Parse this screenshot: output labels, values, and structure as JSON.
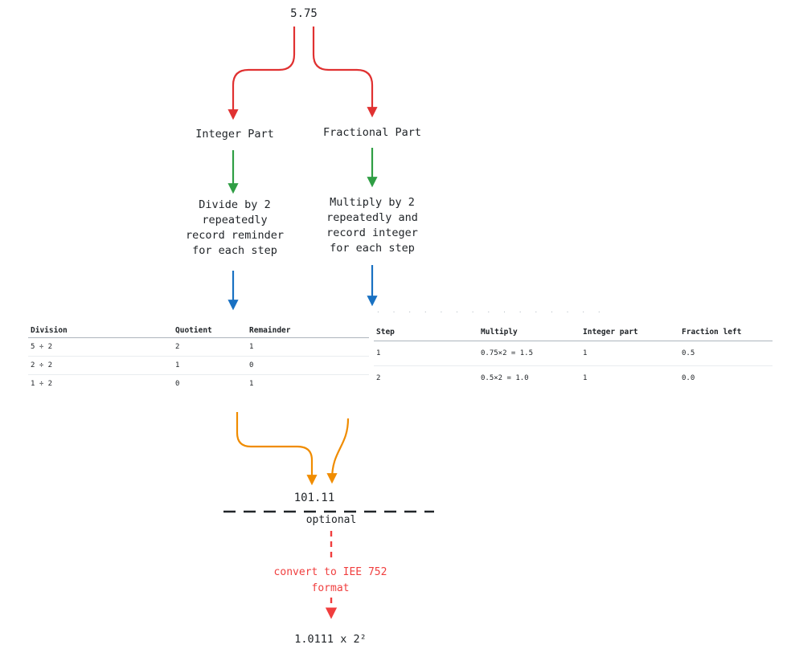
{
  "diagram": {
    "title_value": "5.75",
    "branches": {
      "integer_label": "Integer Part",
      "fractional_label": "Fractional Part",
      "integer_note": "Divide by 2\nrepeatedly\nrecord reminder\nfor each step",
      "fractional_note": "Multiply by 2\nrepeatedly  and\nrecord integer\nfor each step"
    },
    "result": {
      "binary_value": "101.11",
      "optional_label": "optional",
      "convert_note": "convert to IEE 752\nformat",
      "ieee_value": "1.0111 x 2²"
    }
  },
  "tables": {
    "division": {
      "headers": [
        "Division",
        "Quotient",
        "Remainder"
      ],
      "rows": [
        [
          "5 ÷ 2",
          "2",
          "1"
        ],
        [
          "2 ÷ 2",
          "1",
          "0"
        ],
        [
          "1 ÷ 2",
          "0",
          "1"
        ]
      ]
    },
    "multiplication": {
      "caption_dots": "· · · · · ·   · · · ·   · · ·   · ·",
      "headers": [
        "Step",
        "Multiply",
        "Integer part",
        "Fraction left"
      ],
      "rows": [
        [
          "1",
          "0.75×2 = 1.5",
          "1",
          "0.5"
        ],
        [
          "2",
          "0.5×2 = 1.0",
          "1",
          "0.0"
        ]
      ]
    }
  },
  "colors": {
    "red": "#e03131",
    "green": "#2f9e44",
    "blue": "#1971c2",
    "orange": "#f08c00",
    "dashed_red": "#f03e3e",
    "dashed_black": "#212529",
    "text": "#212529"
  }
}
